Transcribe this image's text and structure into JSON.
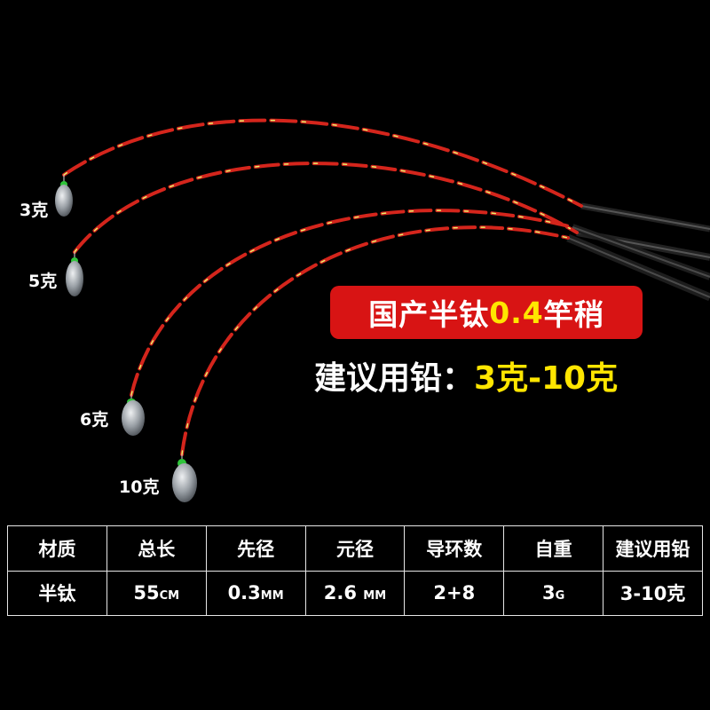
{
  "weights": [
    {
      "label": "3克"
    },
    {
      "label": "5克"
    },
    {
      "label": "6克"
    },
    {
      "label": "10克"
    }
  ],
  "banner": {
    "prefix": "国产半钛",
    "highlight": "0.4",
    "suffix": "竿稍"
  },
  "subtitle": {
    "prefix": "建议用铅：",
    "highlight": "3克-10克"
  },
  "colors": {
    "banner_bg": "#d81414",
    "highlight": "#ffe600",
    "rod_red": "#d4251c",
    "rod_yellow": "#e6f06a"
  },
  "table": {
    "headers": [
      "材质",
      "总长",
      "先径",
      "元径",
      "导环数",
      "自重",
      "建议用铅"
    ],
    "values": [
      {
        "main": "半钛",
        "unit": ""
      },
      {
        "main": "55",
        "unit": "CM"
      },
      {
        "main": "0.3",
        "unit": "MM"
      },
      {
        "main": "2.6 ",
        "unit": "MM"
      },
      {
        "main": "2+8",
        "unit": ""
      },
      {
        "main": "3",
        "unit": "G"
      },
      {
        "main": "3-10克",
        "unit": ""
      }
    ]
  }
}
